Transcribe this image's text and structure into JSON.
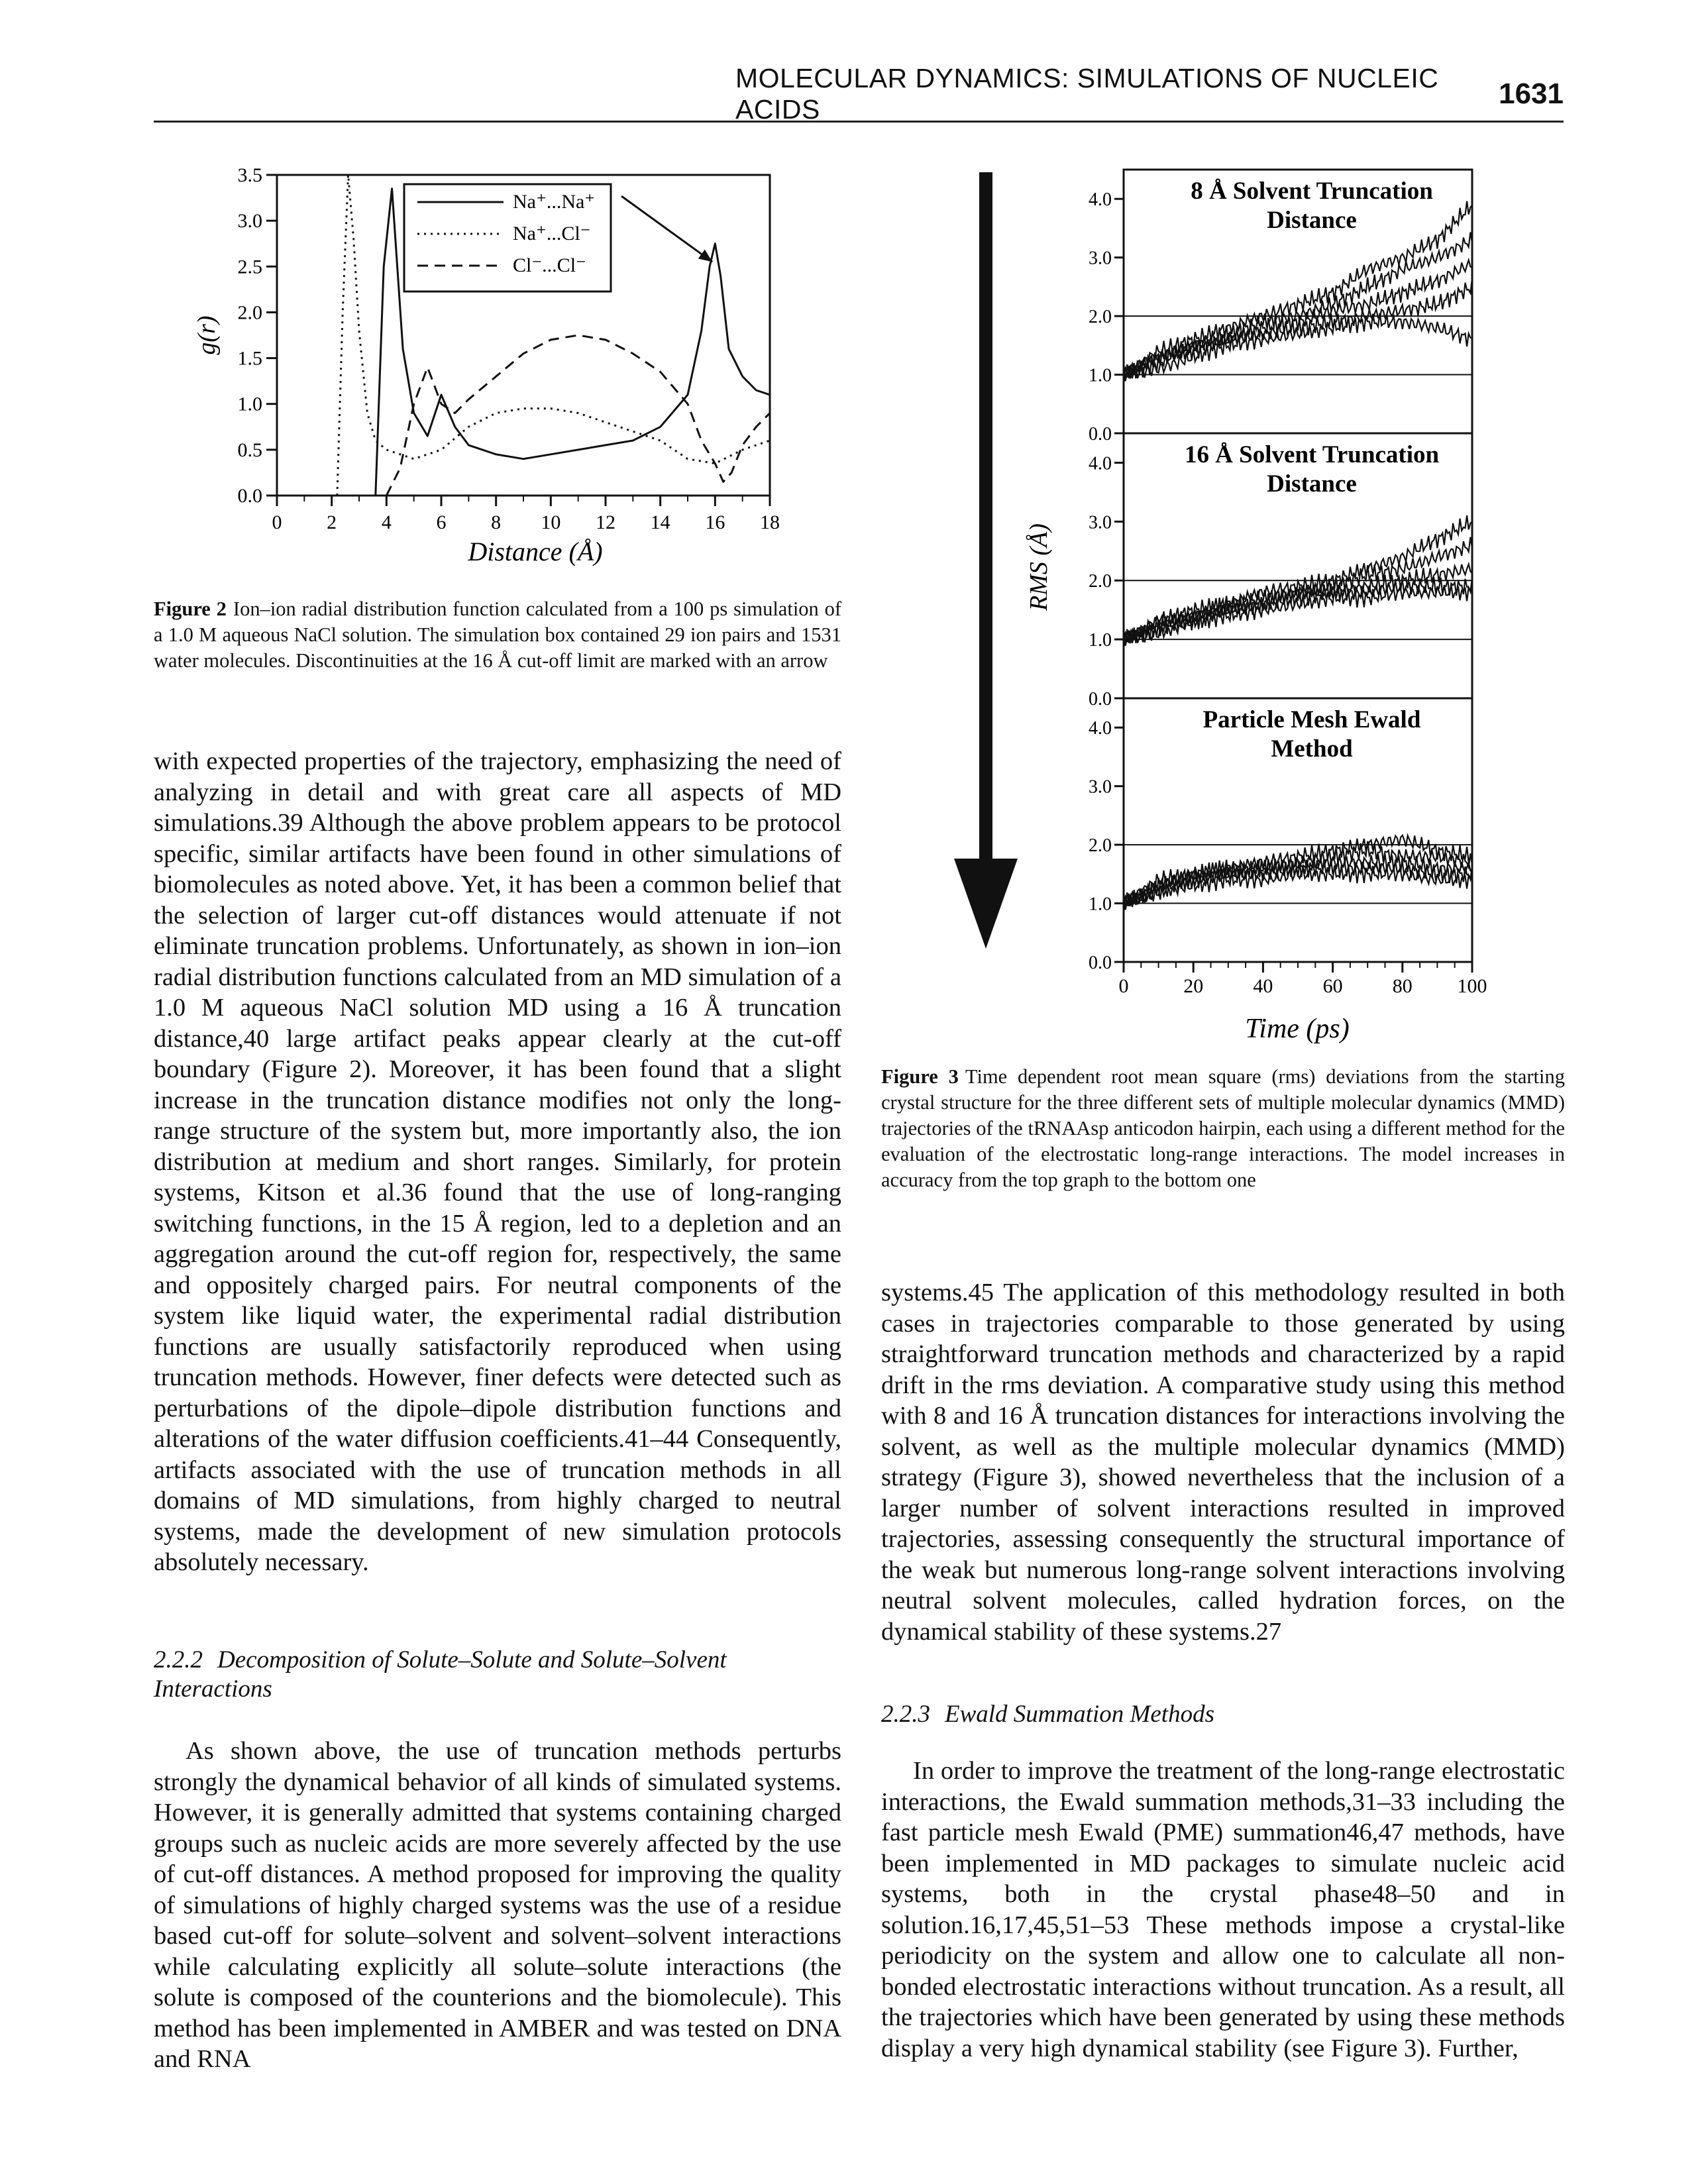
{
  "header": {
    "running_title": "MOLECULAR DYNAMICS: SIMULATIONS OF NUCLEIC ACIDS",
    "page_number": "1631"
  },
  "figure2": {
    "caption_label": "Figure 2",
    "caption_text": "Ion–ion radial distribution function calculated from a 100 ps simulation of a 1.0 M aqueous NaCl solution. The simulation box contained 29 ion pairs and 1531 water molecules. Discontinuities at the 16 Å cut-off limit are marked with an arrow",
    "ylabel": "g(r)",
    "xlabel": "Distance (Å)",
    "legend": [
      "Na⁺...Na⁺",
      "Na⁺...Cl⁻",
      "Cl⁻...Cl⁻"
    ]
  },
  "figure3": {
    "caption_label": "Figure 3",
    "caption_text": "Time dependent root mean square (rms) deviations from the starting crystal structure for the three different sets of multiple molecular dynamics (MMD) trajectories of the tRNAAsp anticodon hairpin, each using a different method for the evaluation of the electrostatic long-range interactions. The model increases in accuracy from the top graph to the bottom one",
    "ylabel": "RMS (Å)",
    "xlabel": "Time (ps)",
    "panel_titles": [
      [
        "8 Å Solvent Truncation",
        "Distance"
      ],
      [
        "16 Å Solvent Truncation",
        "Distance"
      ],
      [
        "Particle Mesh Ewald",
        "Method"
      ]
    ]
  },
  "chart_data": [
    {
      "type": "line",
      "title": "",
      "xlabel": "Distance (Å)",
      "ylabel": "g(r)",
      "xlim": [
        0,
        18
      ],
      "ylim": [
        0,
        3.5
      ],
      "x_ticks": [
        "0",
        "2",
        "4",
        "6",
        "8",
        "10",
        "12",
        "14",
        "16",
        "18"
      ],
      "y_ticks": [
        "0.0",
        "0.5",
        "1.0",
        "1.5",
        "2.0",
        "2.5",
        "3.0",
        "3.5"
      ],
      "legend_position": "top",
      "series": [
        {
          "name": "Na⁺...Na⁺",
          "style": "solid",
          "x": [
            3.6,
            3.9,
            4.2,
            4.6,
            5.0,
            5.5,
            6.0,
            6.5,
            7.0,
            8.0,
            9.0,
            10.0,
            11.0,
            12.0,
            13.0,
            14.0,
            15.0,
            15.5,
            15.8,
            16.0,
            16.2,
            16.5,
            17.0,
            17.5,
            18.0
          ],
          "y": [
            0.0,
            2.5,
            3.35,
            1.6,
            0.9,
            0.65,
            1.1,
            0.75,
            0.55,
            0.45,
            0.4,
            0.45,
            0.5,
            0.55,
            0.6,
            0.75,
            1.1,
            1.8,
            2.5,
            2.75,
            2.4,
            1.6,
            1.3,
            1.15,
            1.1
          ]
        },
        {
          "name": "Na⁺...Cl⁻",
          "style": "dotted",
          "x": [
            2.2,
            2.4,
            2.6,
            2.8,
            3.0,
            3.3,
            3.6,
            4.0,
            5.0,
            6.0,
            7.0,
            8.0,
            9.0,
            10.0,
            11.0,
            12.0,
            13.0,
            14.0,
            15.0,
            16.0,
            17.0,
            18.0
          ],
          "y": [
            0.0,
            2.0,
            3.5,
            2.8,
            1.8,
            0.9,
            0.6,
            0.5,
            0.4,
            0.5,
            0.75,
            0.9,
            0.95,
            0.95,
            0.9,
            0.8,
            0.7,
            0.6,
            0.4,
            0.35,
            0.5,
            0.6
          ]
        },
        {
          "name": "Cl⁻...Cl⁻",
          "style": "dashed",
          "x": [
            4.0,
            4.5,
            5.0,
            5.5,
            6.0,
            6.5,
            7.0,
            8.0,
            9.0,
            10.0,
            11.0,
            12.0,
            13.0,
            14.0,
            15.0,
            15.5,
            16.0,
            16.3,
            16.6,
            17.0,
            17.5,
            18.0
          ],
          "y": [
            0.0,
            0.3,
            1.0,
            1.4,
            1.0,
            0.9,
            1.05,
            1.3,
            1.55,
            1.7,
            1.75,
            1.7,
            1.55,
            1.35,
            1.0,
            0.6,
            0.35,
            0.15,
            0.25,
            0.55,
            0.75,
            0.9
          ]
        }
      ],
      "annotations": [
        "arrow marking discontinuity at the 16 Å cut-off"
      ]
    },
    {
      "type": "line",
      "title": "8 Å Solvent Truncation Distance",
      "xlabel": "Time (ps)",
      "ylabel": "RMS (Å)",
      "xlim": [
        0,
        100
      ],
      "ylim": [
        0,
        4.5
      ],
      "x_ticks": [
        "0",
        "20",
        "40",
        "60",
        "80",
        "100"
      ],
      "y_ticks": [
        "0.0",
        "1.0",
        "2.0",
        "3.0",
        "4.0"
      ],
      "note": "multiple trajectories drifting upward",
      "x": [
        0,
        10,
        20,
        30,
        40,
        50,
        60,
        70,
        80,
        90,
        100
      ],
      "series": [
        {
          "values": [
            1.0,
            1.4,
            1.6,
            1.8,
            2.0,
            2.2,
            2.4,
            2.8,
            3.0,
            3.3,
            3.9
          ]
        },
        {
          "values": [
            1.0,
            1.3,
            1.5,
            1.7,
            1.9,
            2.0,
            2.2,
            2.5,
            2.8,
            3.0,
            3.3
          ]
        },
        {
          "values": [
            1.0,
            1.2,
            1.5,
            1.6,
            1.8,
            1.9,
            2.1,
            2.2,
            2.4,
            2.6,
            2.9
          ]
        },
        {
          "values": [
            1.0,
            1.3,
            1.4,
            1.6,
            1.7,
            1.8,
            1.9,
            2.0,
            2.1,
            2.2,
            2.5
          ]
        },
        {
          "values": [
            1.0,
            1.1,
            1.3,
            1.5,
            1.6,
            1.7,
            1.8,
            1.9,
            1.9,
            1.8,
            1.6
          ]
        }
      ]
    },
    {
      "type": "line",
      "title": "16 Å Solvent Truncation Distance",
      "xlabel": "Time (ps)",
      "ylabel": "RMS (Å)",
      "xlim": [
        0,
        100
      ],
      "ylim": [
        0,
        4.5
      ],
      "x_ticks": [
        "0",
        "20",
        "40",
        "60",
        "80",
        "100"
      ],
      "y_ticks": [
        "0.0",
        "1.0",
        "2.0",
        "3.0",
        "4.0"
      ],
      "x": [
        0,
        10,
        20,
        30,
        40,
        50,
        60,
        70,
        80,
        90,
        100
      ],
      "series": [
        {
          "values": [
            1.0,
            1.3,
            1.5,
            1.6,
            1.8,
            1.9,
            2.0,
            2.2,
            2.4,
            2.7,
            3.0
          ]
        },
        {
          "values": [
            1.0,
            1.3,
            1.4,
            1.6,
            1.7,
            1.8,
            1.9,
            2.1,
            2.2,
            2.4,
            2.6
          ]
        },
        {
          "values": [
            1.0,
            1.2,
            1.4,
            1.5,
            1.6,
            1.8,
            1.8,
            1.9,
            2.0,
            2.1,
            2.2
          ]
        },
        {
          "values": [
            1.0,
            1.2,
            1.3,
            1.5,
            1.6,
            1.7,
            1.8,
            1.8,
            1.9,
            1.9,
            1.9
          ]
        },
        {
          "values": [
            1.0,
            1.1,
            1.3,
            1.4,
            1.5,
            1.6,
            1.7,
            1.7,
            1.8,
            1.8,
            1.8
          ]
        }
      ]
    },
    {
      "type": "line",
      "title": "Particle Mesh Ewald Method",
      "xlabel": "Time (ps)",
      "ylabel": "RMS (Å)",
      "xlim": [
        0,
        100
      ],
      "ylim": [
        0,
        4.5
      ],
      "x_ticks": [
        "0",
        "20",
        "40",
        "60",
        "80",
        "100"
      ],
      "y_ticks": [
        "0.0",
        "1.0",
        "2.0",
        "3.0",
        "4.0"
      ],
      "x": [
        0,
        10,
        20,
        30,
        40,
        50,
        60,
        70,
        80,
        90,
        100
      ],
      "series": [
        {
          "values": [
            1.0,
            1.4,
            1.5,
            1.6,
            1.7,
            1.8,
            1.9,
            2.0,
            2.1,
            1.9,
            1.8
          ]
        },
        {
          "values": [
            1.0,
            1.3,
            1.5,
            1.6,
            1.6,
            1.7,
            1.8,
            1.9,
            1.8,
            1.8,
            1.7
          ]
        },
        {
          "values": [
            1.0,
            1.3,
            1.4,
            1.5,
            1.6,
            1.6,
            1.7,
            1.7,
            1.7,
            1.6,
            1.6
          ]
        },
        {
          "values": [
            1.0,
            1.2,
            1.4,
            1.5,
            1.5,
            1.6,
            1.6,
            1.6,
            1.6,
            1.5,
            1.5
          ]
        },
        {
          "values": [
            1.0,
            1.2,
            1.3,
            1.4,
            1.4,
            1.5,
            1.5,
            1.5,
            1.5,
            1.4,
            1.4
          ]
        }
      ]
    }
  ],
  "left_text": {
    "p1": "with expected properties of the trajectory, emphasizing the need of analyzing in detail and with great care all aspects of MD simulations.39 Although the above problem appears to be protocol specific, similar artifacts have been found in other simulations of biomolecules as noted above. Yet, it has been a common belief that the selection of larger cut-off distances would attenuate if not eliminate truncation problems. Unfortunately, as shown in ion–ion radial distribution functions calculated from an MD simulation of a 1.0 M aqueous NaCl solution MD using a 16 Å truncation distance,40 large artifact peaks appear clearly at the cut-off boundary (Figure 2). Moreover, it has been found that a slight increase in the truncation distance modifies not only the long-range structure of the system but, more importantly also, the ion distribution at medium and short ranges. Similarly, for protein systems, Kitson et al.36 found that the use of long-ranging switching functions, in the 15 Å region, led to a depletion and an aggregation around the cut-off region for, respectively, the same and oppositely charged pairs. For neutral components of the system like liquid water, the experimental radial distribution functions are usually satisfactorily reproduced when using truncation methods. However, finer defects were detected such as perturbations of the dipole–dipole distribution functions and alterations of the water diffusion coefficients.41–44 Consequently, artifacts associated with the use of truncation methods in all domains of MD simulations, from highly charged to neutral systems, made the development of new simulation protocols absolutely necessary.",
    "section_222_number": "2.2.2",
    "section_222_title": "Decomposition of Solute–Solute and Solute–Solvent Interactions",
    "p2": "As shown above, the use of truncation methods perturbs strongly the dynamical behavior of all kinds of simulated systems. However, it is generally admitted that systems containing charged groups such as nucleic acids are more severely affected by the use of cut-off distances. A method proposed for improving the quality of simulations of highly charged systems was the use of a residue based cut-off for solute–solvent and solvent–solvent interactions while calculating explicitly all solute–solute interactions (the solute is composed of the counterions and the biomolecule). This method has been implemented in AMBER and was tested on DNA and RNA"
  },
  "right_text": {
    "p1": "systems.45 The application of this methodology resulted in both cases in trajectories comparable to those generated by using straightforward truncation methods and characterized by a rapid drift in the rms deviation. A comparative study using this method with 8 and 16 Å truncation distances for interactions involving the solvent, as well as the multiple molecular dynamics (MMD) strategy (Figure 3), showed nevertheless that the inclusion of a larger number of solvent interactions resulted in improved trajectories, assessing consequently the structural importance of the weak but numerous long-range solvent interactions involving neutral solvent molecules, called hydration forces, on the dynamical stability of these systems.27",
    "section_223_number": "2.2.3",
    "section_223_title": "Ewald Summation Methods",
    "p2": "In order to improve the treatment of the long-range electrostatic interactions, the Ewald summation methods,31–33 including the fast particle mesh Ewald (PME) summation46,47 methods, have been implemented in MD packages to simulate nucleic acid systems, both in the crystal phase48–50 and in solution.16,17,45,51–53 These methods impose a crystal-like periodicity on the system and allow one to calculate all non-bonded electrostatic interactions without truncation. As a result, all the trajectories which have been generated by using these methods display a very high dynamical stability (see Figure 3). Further,"
  }
}
